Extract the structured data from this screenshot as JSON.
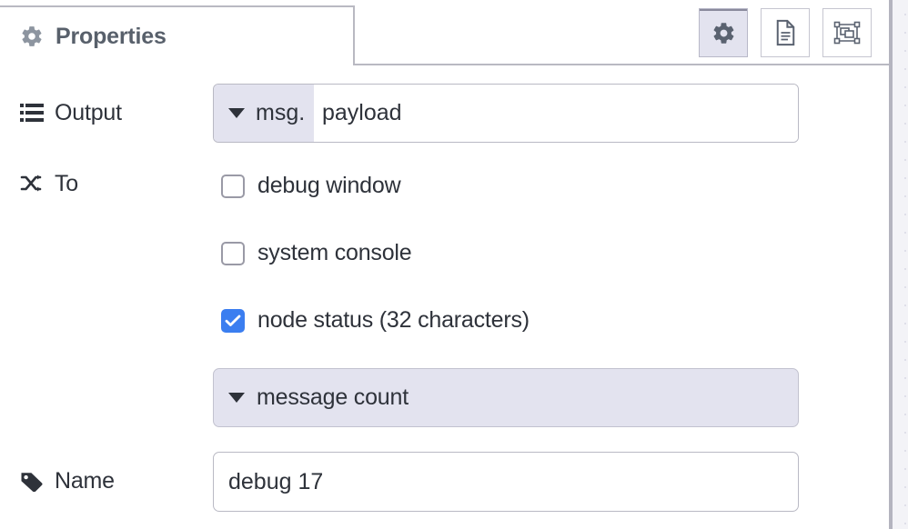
{
  "panel": {
    "tab_title": "Properties",
    "tab_icon": "gear-icon"
  },
  "tab_buttons": [
    {
      "name": "properties-tab-button",
      "icon": "gear-icon",
      "active": true
    },
    {
      "name": "description-tab-button",
      "icon": "document-icon",
      "active": false
    },
    {
      "name": "appearance-tab-button",
      "icon": "object-group-icon",
      "active": false
    }
  ],
  "form": {
    "output": {
      "label": "Output",
      "icon": "list-icon",
      "prefix": "msg.",
      "value": "payload",
      "placeholder": "payload"
    },
    "to": {
      "label": "To",
      "icon": "shuffle-icon",
      "options": [
        {
          "label": "debug window",
          "checked": false
        },
        {
          "label": "system console",
          "checked": false
        },
        {
          "label": "node status (32 characters)",
          "checked": true
        }
      ],
      "status_select": "message count"
    },
    "name": {
      "label": "Name",
      "icon": "tag-icon",
      "value": "debug 17",
      "placeholder": "Name"
    }
  },
  "colors": {
    "accent_checked": "#3b7ef0",
    "field_accent_bg": "#e3e3ef",
    "border": "#b9b9c4",
    "text": "#2e323a",
    "tab_title": "#58606b"
  }
}
